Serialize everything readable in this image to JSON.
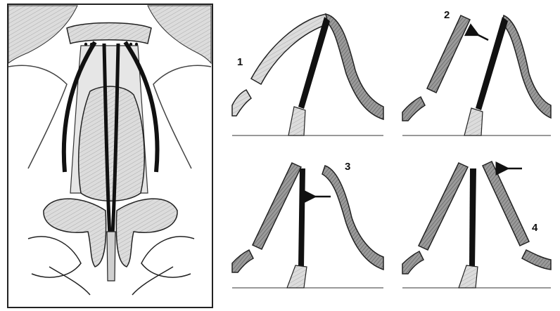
{
  "figure": {
    "panels": [
      {
        "id": "panel-1",
        "label": "1"
      },
      {
        "id": "panel-2",
        "label": "2"
      },
      {
        "id": "panel-3",
        "label": "3"
      },
      {
        "id": "panel-4",
        "label": "4"
      }
    ]
  },
  "colors": {
    "background": "#ffffff",
    "ink": "#111111",
    "bone_fill": "#8a8a8a",
    "light_fill": "#d9d9d9",
    "skin_fill": "#c9c9c9"
  },
  "icons": {
    "pointer": "arrow-left-icon"
  }
}
